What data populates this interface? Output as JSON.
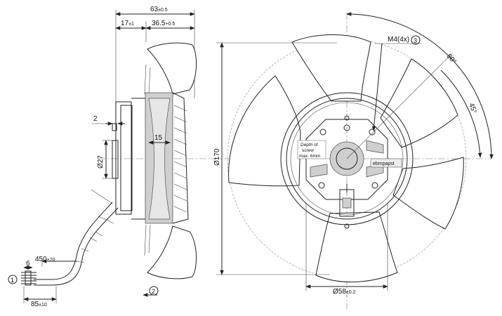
{
  "dimensions": {
    "overall_depth": "63",
    "overall_depth_tol": "±0.5",
    "hub_offset": "17",
    "hub_offset_tol": "±1",
    "blade_depth": "36.5",
    "blade_depth_tol": "+0.5",
    "step": "2",
    "inner_width": "15",
    "shaft_dia": "Ø27",
    "outer_dia": "Ø170",
    "hub_dia": "Ø58",
    "hub_dia_tol": "±0.2",
    "mount_thread": "M4(4x)",
    "angle_90": "90°",
    "angle_45": "45°",
    "cable_length": "450",
    "cable_length_tol": "+20",
    "strip_length": "6",
    "lead_length": "85",
    "lead_length_tol": "±10"
  },
  "callouts": {
    "one": "1",
    "two": "2",
    "three": "3"
  },
  "labels": {
    "screw_line1": "Depth of",
    "screw_line2": "screw",
    "screw_line3": "max. 6mm",
    "brand_plate": "ebmpapst"
  }
}
